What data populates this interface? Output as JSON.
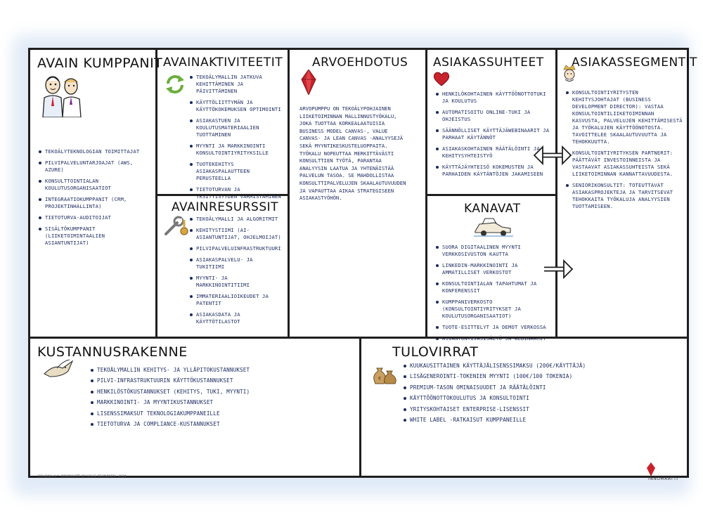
{
  "partners": {
    "title": "Avain Kumppanit",
    "items": [
      "Tekoälyteknologian toimittajat",
      "Pilvipalveluntarjoajat (AWS, Azure)",
      "Konsulttointialan koulutusorganisaatiot",
      "Integraatiokumppanit (CRM, projektinhallinta)",
      "Tietoturva-auditoijat",
      "Sisältökumppanit (liiketoimintaalien asiantuntijat)"
    ]
  },
  "activities": {
    "title": "Avainaktiviteetit",
    "items": [
      "Tekoälymallin jatkuva kehittäminen ja päivittäminen",
      "Käyttöliittymän ja käyttökokemuksen optimointi",
      "Asiakastuen ja koulutusmateriaalien tuottaminen",
      "Myynti ja markkinointi konsultointiyrityksille",
      "Tuotekehitys asiakaspalautteen perusteella",
      "Tietoturvan ja yksityisyyden varmistaminen"
    ]
  },
  "resources": {
    "title": "Avainresurssit",
    "items": [
      "Tekoälymalli ja algoritmit",
      "Kehitystiimi (AI-asiantuntijat, ohjelmoijat)",
      "Pilvipalveluinfrastruktuuri",
      "Asiakaspalvelu- ja tukitiimi",
      "Myynti- ja markkinointitiimi",
      "Immateriaalioikeudet ja patentit",
      "Asiakasdata ja käyttötilastot"
    ]
  },
  "value": {
    "title": "Arvoehdotus",
    "text": "ArvoPumppu on tekoälypohjainen liiketoiminnan mallinnustyökalu, joka tuottaa korkealaatuisia Business Model Canvas-, Value Canvas- ja Lean Canvas -analyysejä sekä myyntikeskusteluoppaita. Työkalu nopeuttaa merkittävästi konsulttien työtä, parantaa analyysin laatua ja yhtenäistää palvelun tasoa. Se mahdollistaa konsulttipalvelujen skaalautuvuuden ja vapauttaa aikaa strategiseen asiakastyöhön."
  },
  "relationships": {
    "title": "Asiakassuhteet",
    "items": [
      "Henkilökohtainen käyttöönottotuki ja koulutus",
      "Automatisoitu online-tuki ja ohjeistus",
      "Säännölliset käyttäjäwebinaarit ja parhaat käytännöt",
      "Asiakaskohtainen räätälöinti ja kehitysyhteistyö",
      "Käyttäjäyhteisö kokemusten ja parhaiden käytäntöjen jakamiseen"
    ]
  },
  "channels": {
    "title": "Kanavat",
    "items": [
      "Suora digitaalinen myynti verkkosivuston kautta",
      "LinkedIn-markkinointi ja ammatilliset verkostot",
      "Konsultointialan tapahtumat ja konferenssit",
      "Kumppaniverkosto (konsultointiyritykset ja koulutusorganisaatiot)",
      "Tuote-esittelyt ja demot verkossa",
      "Asiantuntijasisältö ja webinaarit"
    ]
  },
  "segments": {
    "title": "Asiakassegmentit",
    "items": [
      "Konsultointiyritysten kehitysjohtajat (Business Development Director): Vastaa konsultointiliiketoiminnan kasvusta, palvelujen kehittämisestä ja työkalujen käyttöönotosta. Tavoittelee skaalautuvuutta ja tehokkuutta.",
      "Konsultointiyrityksen partnerit: Päättävät investoinneista ja vastaavat asiakassuhteista sekä liiketoiminnan kannattavuudesta.",
      "Seniorikonsultit: Toteuttavat asiakasprojekteja ja tarvitsevat tehokkaita työkaluja analyysien tuottamiseen."
    ]
  },
  "costs": {
    "title": "Kustannusrakenne",
    "items": [
      "Tekoälymallin kehitys- ja ylläpitokustannukset",
      "Pilvi-infrastruktuurin käyttökustannukset",
      "Henkilöstökustannukset (kehitys, tuki, myynti)",
      "Markkinointi- ja myyntikustannukset",
      "Lisenssimaksut teknologiakumppaneille",
      "Tietoturva ja compliance-kustannukset"
    ]
  },
  "revenue": {
    "title": "Tulovirrat",
    "items": [
      "Kuukausittainen käyttäjälisenssimaksu (200€/käyttäjä)",
      "Lisägenerointi-tokenien myynti (100€/100 tokenia)",
      "Premium-tason ominaisuudet ja räätälöinti",
      "Käyttöönottokoulutus ja konsultointi",
      "Yrityskohtaiset enterprise-lisenssit",
      "White label -ratkaisut kumppaneille"
    ]
  },
  "footer": {
    "credit": "Pohjana ©™ Innomaatti Oy Kalle Reunanen · 2024",
    "brand": "Innomaatti"
  },
  "colors": {
    "ink": "#1b2a5e",
    "border": "#1f1f1f",
    "accent_red": "#c8232c",
    "wash": "#d7e4f4"
  },
  "icons": [
    "partners-people-icon",
    "cycle-arrows-icon",
    "red-gem-icon",
    "red-heart-icon",
    "king-icon",
    "tools-icon",
    "car-icon",
    "bird-icon",
    "money-bags-icon",
    "innomaatti-logo-icon"
  ]
}
